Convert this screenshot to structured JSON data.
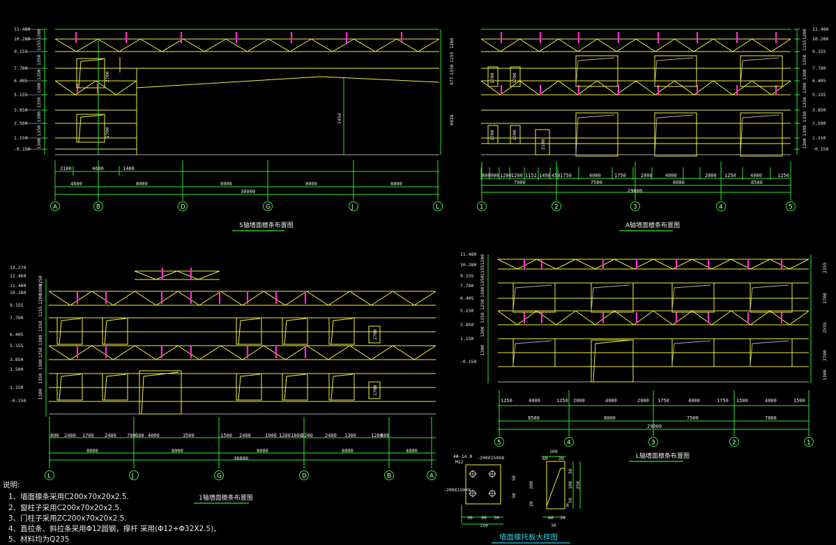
{
  "colors": {
    "background": "#000000",
    "yellow": "#f2f23a",
    "green": "#2ee82e",
    "magenta": "#ff2bd6",
    "white": "#e8e8e8",
    "cyan": "#22d3ee"
  },
  "elev5": {
    "title": "5轴墙面檩条布置图",
    "levels": [
      "11.480",
      "10.280",
      "9.155",
      "7.780",
      "6.405",
      "5.155",
      "3.850",
      "2.500",
      "1.150",
      "-0.150"
    ],
    "right_dims": [
      "1260",
      "1155",
      "1350",
      "977",
      "6928"
    ],
    "vert_dims": [
      "2700",
      "2700",
      "7454"
    ],
    "dims_row1": [
      "2100",
      "4600",
      "1400"
    ],
    "dims_row2": [
      "4600",
      "8000",
      "8000",
      "8000",
      "8000"
    ],
    "total": "36000",
    "axes": [
      "A",
      "B",
      "D",
      "G",
      "J",
      "L"
    ]
  },
  "elevA": {
    "title": "A轴墙面檩条布置图",
    "levels": [
      "11.480",
      "10.280",
      "9.155",
      "7.780",
      "6.405",
      "5.155",
      "3.850",
      "2.500",
      "1.150",
      "-0.150"
    ],
    "right_dims": [
      "1200",
      "1155",
      "1350",
      "1300",
      "1300",
      "1350",
      "1350",
      "1300",
      "1300"
    ],
    "vert_dims": [
      "1700",
      "1700",
      "1700",
      "1700",
      "2100"
    ],
    "dims_row1": [
      "800",
      "900",
      "1200",
      "1200",
      "1152",
      "1498",
      "450",
      "1750",
      "4000",
      "1750",
      "2000",
      "4000",
      "2000",
      "1250",
      "4000",
      "1250"
    ],
    "dims_row2": [
      "7000",
      "7500",
      "8000",
      "8500"
    ],
    "total": "29000",
    "axes": [
      "1",
      "2",
      "3",
      "4",
      "5"
    ]
  },
  "elev1": {
    "title": "1轴墙面檩条布置图",
    "levels": [
      "13.270",
      "12.460",
      "11.480",
      "10.280",
      "9.155",
      "7.780",
      "6.405",
      "5.155",
      "3.850",
      "2.500",
      "1.150",
      "-0.150"
    ],
    "left_dims": [
      "1250",
      "1000",
      "1200",
      "1155",
      "1350",
      "1300",
      "1250",
      "1300",
      "1350",
      "1300"
    ],
    "vert_dims": [
      "1700",
      "1700"
    ],
    "dims_row1": [
      "800",
      "2400",
      "1700",
      "2400",
      "700",
      "600",
      "4000",
      "3500",
      "1500",
      "2400",
      "1900",
      "1200",
      "1000",
      "2200",
      "2400",
      "1300",
      "1200",
      "800"
    ],
    "dims_row2": [
      "8000",
      "8000",
      "8000",
      "8000",
      "4000"
    ],
    "total": "36000",
    "axes": [
      "L",
      "J",
      "G",
      "D",
      "B",
      "A"
    ]
  },
  "elevL": {
    "title": "L轴墙面檩条布置图",
    "levels": [
      "11.480",
      "10.280",
      "9.155",
      "7.780",
      "6.405",
      "5.150",
      "3.850",
      "1.150",
      "-0.150"
    ],
    "left_dims": [
      "1200",
      "1155",
      "1350",
      "1300",
      "1250",
      "1350",
      "1300",
      "1300"
    ],
    "right_dims": [
      "2355",
      "2700",
      "2555",
      "2700",
      "1300"
    ],
    "dims_row1": [
      "1250",
      "4000",
      "1250",
      "2000",
      "4000",
      "2000",
      "1750",
      "4000",
      "1750",
      "1500",
      "4000",
      "1500"
    ],
    "dims_row2": [
      "8500",
      "8000",
      "7500",
      "7000"
    ],
    "total": "29000",
    "axes": [
      "5",
      "4",
      "3",
      "2",
      "1"
    ]
  },
  "notes": {
    "heading": "说明:",
    "items": [
      "1、墙面檩条采用C200x70x20x2.5.",
      "2、窗柱子采用C200x70x20x2.5.",
      "3、门柱子采用ZC200x70x20x2.5.",
      "4、直拉条、斜拉条采用Φ12圆钢，撑杆 采用(Φ12+Φ32X2.5)。",
      "5、材料均为Q235"
    ]
  },
  "detail": {
    "title": "墙面檩托板大样图",
    "labels": [
      "4Φ-14.0",
      "M12",
      "-200X150X8",
      "-200X150X8",
      "100",
      "60",
      "20",
      "200",
      "50",
      "100",
      "50",
      "250",
      "150",
      "30",
      "90",
      "30",
      "8",
      "60",
      "30",
      "30",
      "50",
      "50",
      "20"
    ]
  }
}
